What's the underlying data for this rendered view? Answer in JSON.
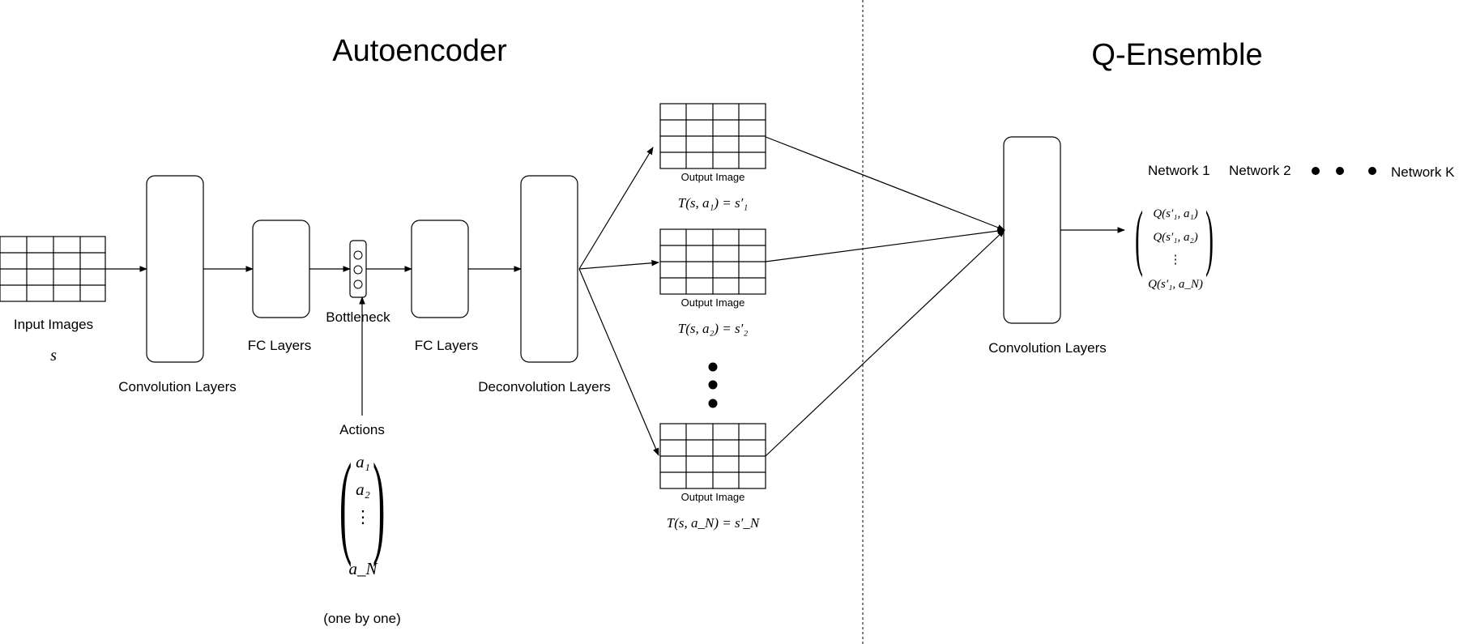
{
  "titles": {
    "autoencoder": "Autoencoder",
    "q_ensemble": "Q-Ensemble"
  },
  "input": {
    "label": "Input Images",
    "symbol": "s"
  },
  "blocks": {
    "conv_label": "Convolution Layers",
    "fc_label_left": "FC Layers",
    "bottleneck_label": "Bottleneck",
    "fc_label_right": "FC Layers",
    "deconv_label": "Deconvolution Layers",
    "q_conv_label": "Convolution Layers"
  },
  "actions": {
    "label": "Actions",
    "rows": [
      "a₁",
      "a₂",
      "⋮",
      "a_N"
    ],
    "note": "(one by one)"
  },
  "outputs": [
    {
      "label": "Output Image",
      "formula": "T(s, a₁) = s′₁"
    },
    {
      "label": "Output Image",
      "formula": "T(s, a₂) = s′₂"
    },
    {
      "label": "Output Image",
      "formula": "T(s, a_N) = s′_N"
    }
  ],
  "networks": {
    "first": "Network 1",
    "second": "Network 2",
    "last": "Network K"
  },
  "q_values": {
    "rows": [
      "Q(s′₁, a₁)",
      "Q(s′₁, a₂)",
      "⋮",
      "Q(s′₁, a_N)"
    ]
  }
}
